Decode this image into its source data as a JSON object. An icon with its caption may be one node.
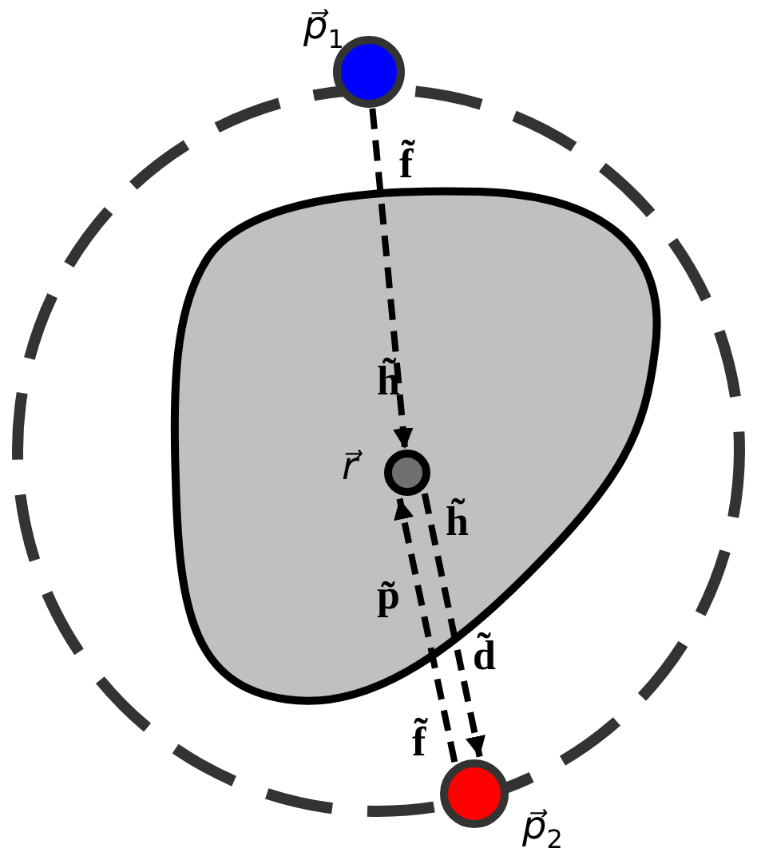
{
  "diagram": {
    "nodes": [
      {
        "text": [],
        "shape": "circle",
        "beside": [
          "*p⃗*$_{1}$"
        ]
      },
      {
        "text": [],
        "shape": "circle",
        "beside": [
          "*r⃗*"
        ]
      },
      {
        "text": [],
        "shape": "circle",
        "beside": [
          "*p⃗*$_{2}$"
        ]
      }
    ],
    "edges": [
      {
        "from": 0,
        "to": 1,
        "arrow": "to",
        "style": "dashed",
        "label": "f̃"
      },
      {
        "from": 2,
        "to": 1,
        "arrow": "to",
        "style": "dashed",
        "label": "p̃"
      },
      {
        "from": 1,
        "to": 2,
        "arrow": "to",
        "style": "dashed",
        "label": "d̃"
      }
    ],
    "labels": [
      "h̃",
      "h̃",
      "f̃"
    ]
  }
}
